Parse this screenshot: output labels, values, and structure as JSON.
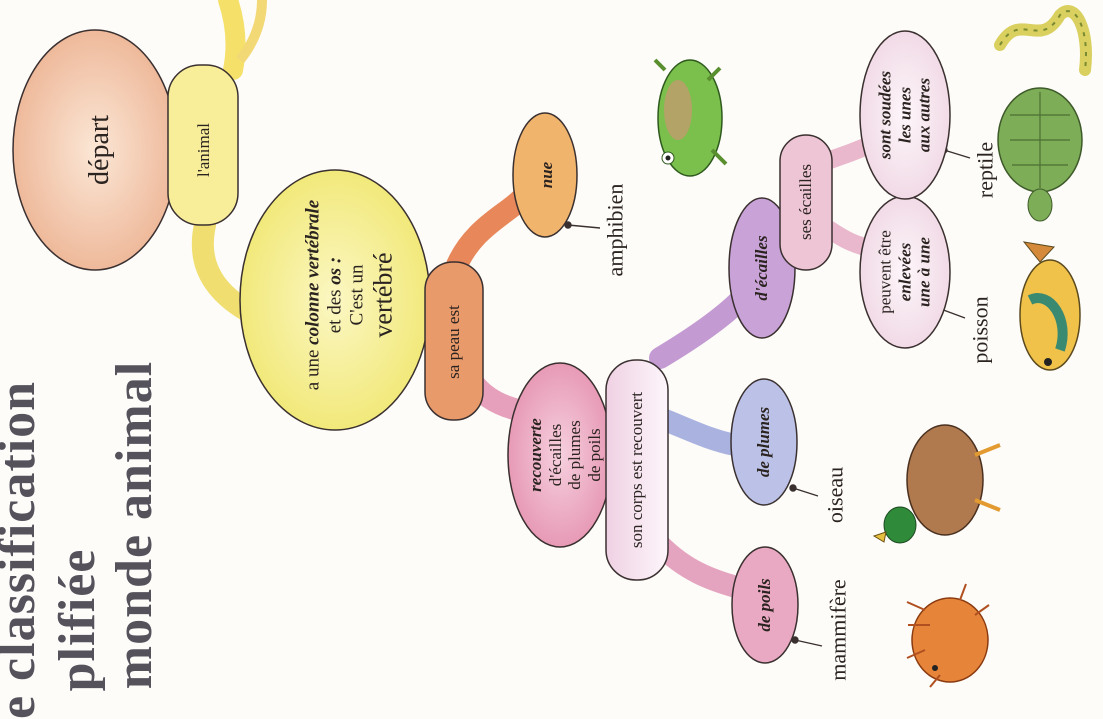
{
  "title": {
    "line1": "e classification",
    "line2": "plifiée",
    "line3": "monde animal"
  },
  "nodes": {
    "depart": "départ",
    "animal": "l'animal",
    "vertebre": {
      "l1_a": "a une ",
      "l1_b": "colonne vertébrale",
      "l2_a": "et des ",
      "l2_b": "os :",
      "l3": "C'est un",
      "l4": "vertébré"
    },
    "peau": "sa peau est",
    "nue": "nue",
    "recouverte": {
      "l1": "recouverte",
      "l2": "d'écailles",
      "l3": "de plumes",
      "l4": "de poils"
    },
    "corps": "son corps est recouvert",
    "poils": "de poils",
    "plumes": "de plumes",
    "ecailles_node": "d'écailles",
    "ses_ecailles": "ses écailles",
    "enlevees": {
      "l1": "peuvent être",
      "l2": "enlevées",
      "l3": "une à une"
    },
    "soudees": {
      "l1": "sont soudées",
      "l2": "les unes",
      "l3": "aux autres"
    }
  },
  "labels": {
    "amphibien": "amphibien",
    "mammifere": "mammifère",
    "oiseau": "oiseau",
    "poisson": "poisson",
    "reptile": "reptile"
  },
  "colors": {
    "depart": "#f2c7a8",
    "animal": "#f7e98a",
    "vertebre": "#f6f08c",
    "peau": "#e99a6a",
    "nue": "#f0b067",
    "recouverte": "#eba6bd",
    "corps": "#f3e3ef",
    "poils": "#eaa9c2",
    "plumes": "#b9bfe6",
    "ecailles": "#c9a3d8",
    "ses_ecailles": "#eec5d5",
    "leaf": "#f6e8ef"
  }
}
